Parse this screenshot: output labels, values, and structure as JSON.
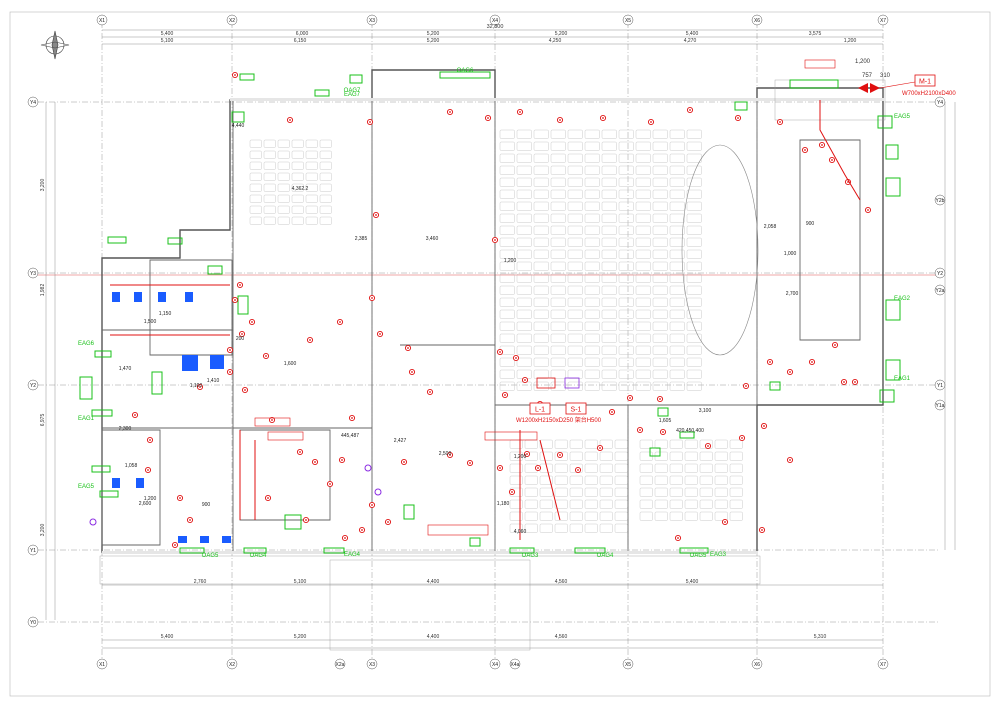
{
  "grid_top": [
    "X1",
    "X2",
    "X3",
    "X4",
    "X5",
    "X6",
    "X7"
  ],
  "grid_bottom": [
    "X1",
    "X2",
    "X2a",
    "X3",
    "X4",
    "X4a",
    "X5",
    "X6",
    "X7"
  ],
  "grid_left": [
    "Y4",
    "Y3",
    "Y2",
    "Y1",
    "Y0"
  ],
  "grid_right": [
    "Y4",
    "Y2b",
    "Y2",
    "Y2a",
    "Y1",
    "Y1a"
  ],
  "top_dims": {
    "overall": "32,800",
    "row1": [
      "5,400",
      "6,000",
      "5,200",
      "5,200",
      "5,400",
      "3,575"
    ],
    "row2": [
      "5,100",
      "6,150",
      "5,200",
      "4,250",
      "4,270",
      "1,200"
    ]
  },
  "bottom_dims": {
    "row1": [
      "5,400",
      "5,200",
      "4,400",
      "4,560",
      "5,310"
    ],
    "row2": [
      "2,760",
      "5,100",
      "4,400",
      "4,560",
      "5,400"
    ]
  },
  "left_dims": [
    "3,200",
    "1,982",
    "6,975",
    "3,200"
  ],
  "exhaust_labels": [
    "EAG7",
    "EAG6",
    "EAG1",
    "EAG5",
    "EAG4",
    "EAG3",
    "EAG2",
    "EAG1",
    "EAG5"
  ],
  "supply_labels": [
    "OAG6",
    "OAG7",
    "OAG5",
    "OAG4",
    "OAG3",
    "OAG4",
    "OAG5"
  ],
  "callouts": {
    "m1_tag": "M-1",
    "m1_size": "W700xH2100xD400",
    "l1_tag": "L-1",
    "s1_tag": "S-1",
    "l1_size": "W1200xH2150xD250",
    "l1_note": "W1200xH2150xD250 架台H500",
    "dim_757": "757",
    "dim_310": "310",
    "dim_1200": "1,200"
  },
  "interior_dims": [
    "4,440",
    "4,362.2",
    "2,385",
    "3,460",
    "1,200",
    "2,058",
    "900",
    "1,000",
    "2,700",
    "3,100",
    "1,605",
    "420,450,400",
    "2,300",
    "1,058",
    "1,200",
    "2,600",
    "1,150",
    "200",
    "1,470",
    "1,100",
    "1,500",
    "1,410",
    "900",
    "445,487",
    "2,427",
    "2,500",
    "1,200",
    "1,180",
    "4,060",
    "1,600"
  ],
  "colors": {
    "red": "#e01010",
    "green": "#18c018",
    "blue": "#1a5cff",
    "purple": "#8a2be2",
    "grid_red": "#e05050",
    "line": "#8c8c8c",
    "dark": "#404040"
  }
}
